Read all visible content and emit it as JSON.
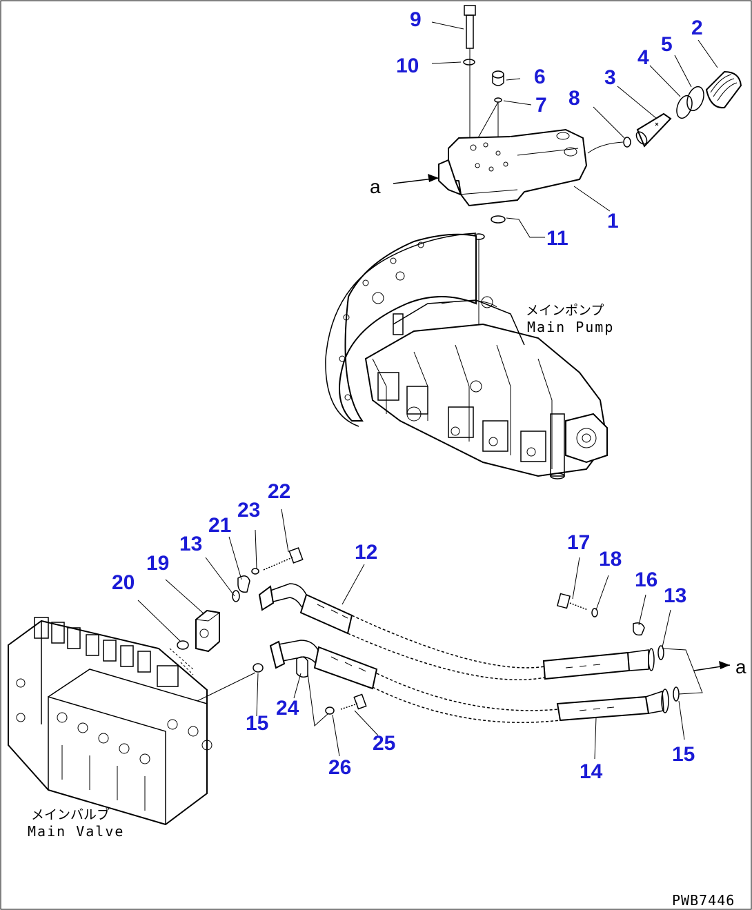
{
  "labels": {
    "main_pump_jp": "メインポンプ",
    "main_pump_en": "Main Pump",
    "main_valve_jp": "メインバルブ",
    "main_valve_en": "Main Valve",
    "arrow_a_top": "a",
    "arrow_a_right": "a",
    "drawing_code": "PWB7446"
  },
  "callouts": [
    "1",
    "2",
    "3",
    "4",
    "5",
    "6",
    "7",
    "8",
    "9",
    "10",
    "11",
    "12",
    "13",
    "13",
    "14",
    "15",
    "15",
    "16",
    "17",
    "18",
    "19",
    "20",
    "21",
    "22",
    "23",
    "24",
    "25",
    "26"
  ],
  "colors": {
    "callout": "#1b1bd6",
    "line": "#000000",
    "background": "#ffffff"
  }
}
